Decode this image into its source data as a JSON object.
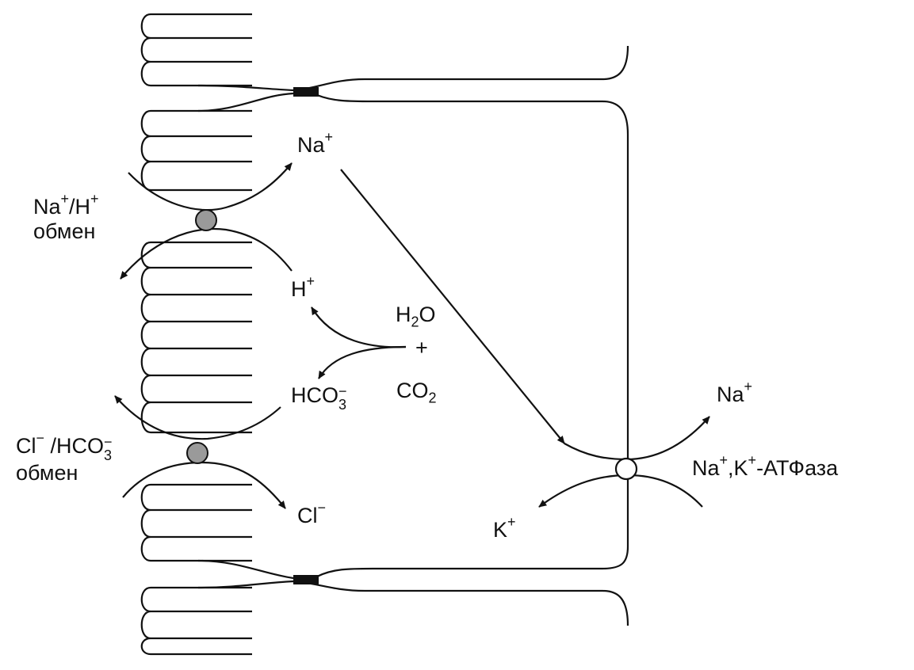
{
  "colors": {
    "ink": "#111111",
    "paper": "#ffffff",
    "carrier_fill": "#9a9a9a"
  },
  "labels": {
    "na_top": {
      "base": "Na",
      "sup": "+"
    },
    "na_h_exchange": {
      "na": "Na",
      "na_sup": "+",
      "slash": "/",
      "h": "H",
      "h_sup": "+",
      "line2": "обмен"
    },
    "h_ion": {
      "base": "H",
      "sup": "+"
    },
    "h2o": {
      "h": "H",
      "sub": "2",
      "o": "O"
    },
    "plus": "+",
    "co2": {
      "base": "CO",
      "sub": "2"
    },
    "hco3": {
      "base": "HCO",
      "sub": "3",
      "sup": "−"
    },
    "cl_hco3_exchange": {
      "cl": "Cl",
      "cl_sup": "−",
      "slash": " /HCO",
      "sub": "3",
      "sup": "−",
      "line2": "обмен"
    },
    "cl_ion": {
      "base": "Cl",
      "sup": "−"
    },
    "na_right": {
      "base": "Na",
      "sup": "+"
    },
    "atpase": {
      "na": "Na",
      "na_sup": "+",
      "comma": ",K",
      "k_sup": "+",
      "rest": "-АТФаза"
    },
    "k_ion": {
      "base": "K",
      "sup": "+"
    }
  }
}
